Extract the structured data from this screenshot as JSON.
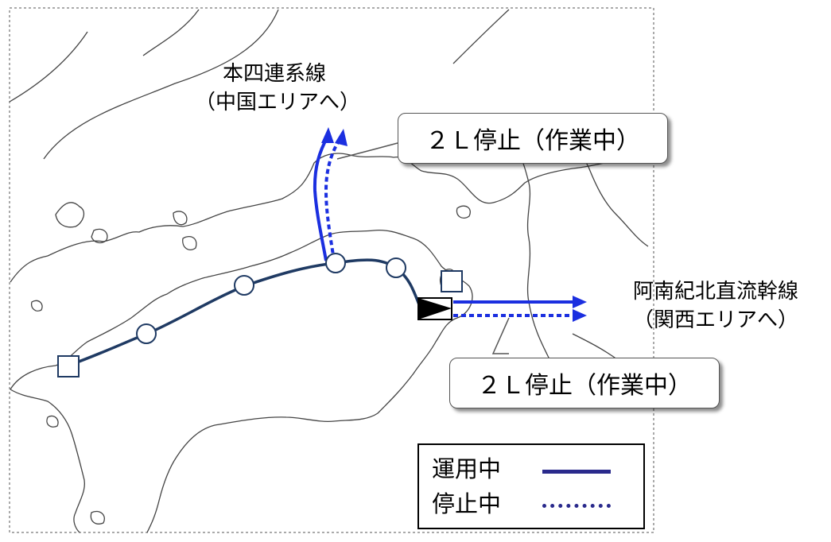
{
  "labels": {
    "honshi_line": "本四連系線",
    "honshi_area": "（中国エリアへ）",
    "anan_line": "阿南紀北直流幹線",
    "anan_area": "（関西エリアへ）"
  },
  "callouts": {
    "top": "２Ｌ停止（作業中）",
    "bottom": "２Ｌ停止（作業中）"
  },
  "legend": {
    "operating": "運用中",
    "stopped": "停止中"
  },
  "colors": {
    "grid_line": "#1f3a63",
    "interconnect_blue": "#1b2fe0",
    "legend_blue": "#2a2a8c",
    "coast": "#444444"
  }
}
